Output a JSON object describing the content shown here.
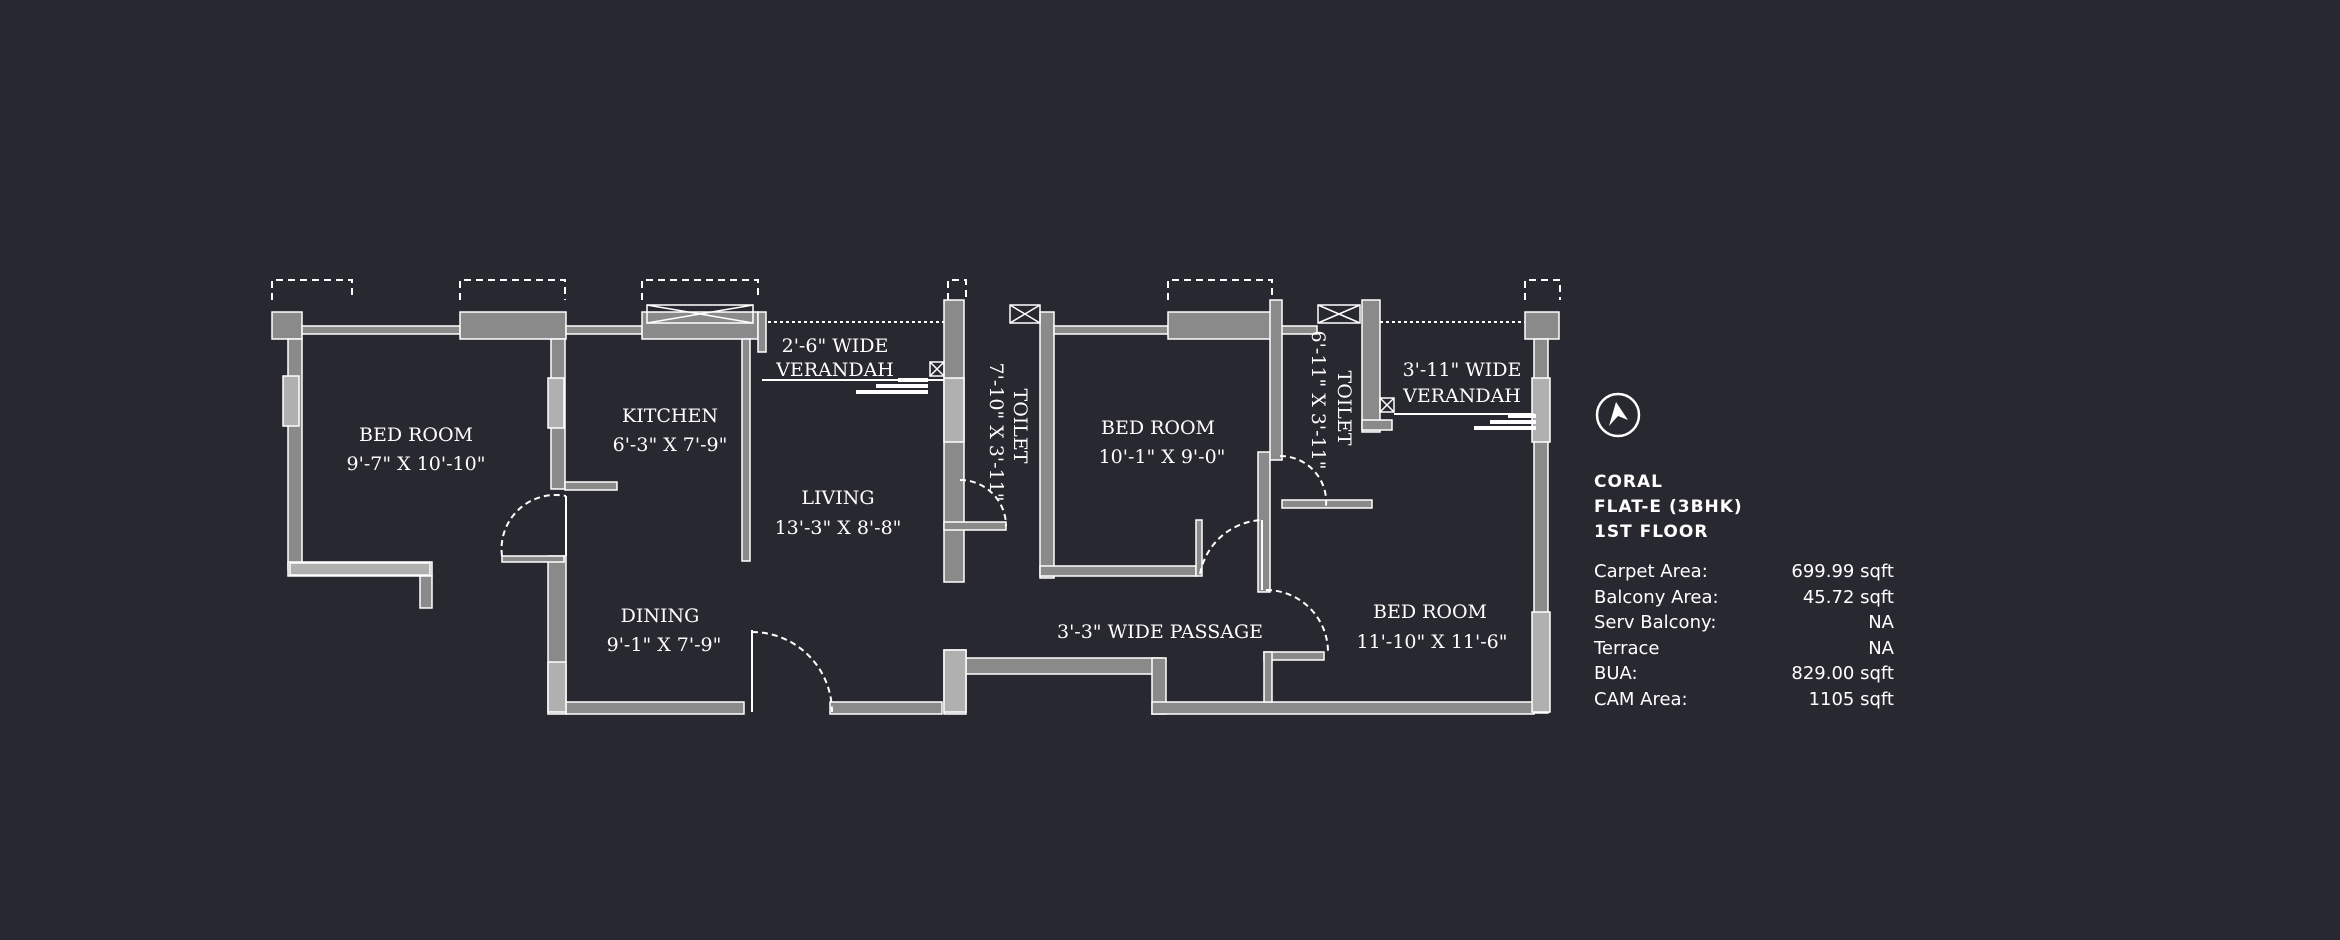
{
  "plan": {
    "rooms": [
      {
        "id": "bed1",
        "name": "BED ROOM",
        "dims": "9'-7\" X 10'-10\""
      },
      {
        "id": "kitchen",
        "name": "KITCHEN",
        "dims": "6'-3\" X 7'-9\""
      },
      {
        "id": "verandah1",
        "name": "2'-6\" WIDE",
        "dims": "VERANDAH"
      },
      {
        "id": "living",
        "name": "LIVING",
        "dims": "13'-3\" X 8'-8\""
      },
      {
        "id": "dining",
        "name": "DINING",
        "dims": "9'-1\" X 7'-9\""
      },
      {
        "id": "toilet1",
        "name": "TOILET",
        "dims": "7'-10\" X 3'-11\""
      },
      {
        "id": "bed2",
        "name": "BED ROOM",
        "dims": "10'-1\" X 9'-0\""
      },
      {
        "id": "toilet2",
        "name": "TOILET",
        "dims": "6'-11\" X 3'-11\""
      },
      {
        "id": "verandah2",
        "name": "3'-11\" WIDE",
        "dims": "VERANDAH"
      },
      {
        "id": "bed3",
        "name": "BED ROOM",
        "dims": "11'-10\" X 11'-6\""
      },
      {
        "id": "passage",
        "name": "3'-3\" WIDE PASSAGE",
        "dims": ""
      }
    ]
  },
  "info": {
    "title_lines": [
      "CORAL",
      "FLAT-E (3BHK)",
      "1ST FLOOR"
    ],
    "areas": [
      {
        "label": "Carpet Area:",
        "value": "699.99 sqft"
      },
      {
        "label": "Balcony Area:",
        "value": "45.72 sqft"
      },
      {
        "label": "Serv Balcony:",
        "value": "NA"
      },
      {
        "label": "Terrace",
        "value": "NA"
      },
      {
        "label": "BUA:",
        "value": "829.00 sqft"
      },
      {
        "label": "CAM Area:",
        "value": "1105 sqft"
      }
    ]
  },
  "north_icon": "north-arrow-icon",
  "colors": {
    "background": "#282830",
    "wall": "#8a8a8a",
    "line": "#ffffff"
  }
}
